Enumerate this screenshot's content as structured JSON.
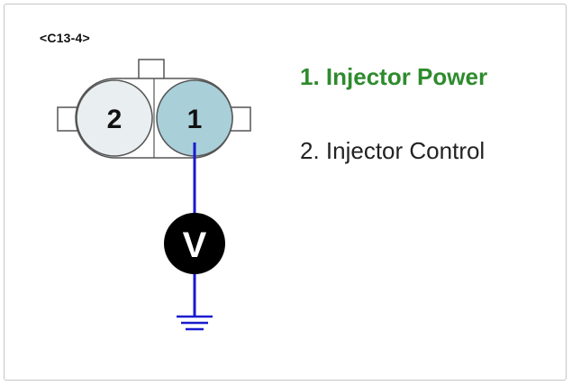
{
  "connector": {
    "id": "<C13-4>",
    "pins": [
      {
        "number": "2",
        "fill": "#e9eef0"
      },
      {
        "number": "1",
        "fill": "#a9cfd9"
      }
    ]
  },
  "meter": {
    "symbol": "V",
    "fill": "#000000",
    "text_color": "#ffffff"
  },
  "wire": {
    "color": "#1a1ad0"
  },
  "legend": {
    "items": [
      {
        "label": "1. Injector Power",
        "color": "#2e8b2e"
      },
      {
        "label": "2. Injector Control",
        "color": "#222222"
      }
    ]
  }
}
